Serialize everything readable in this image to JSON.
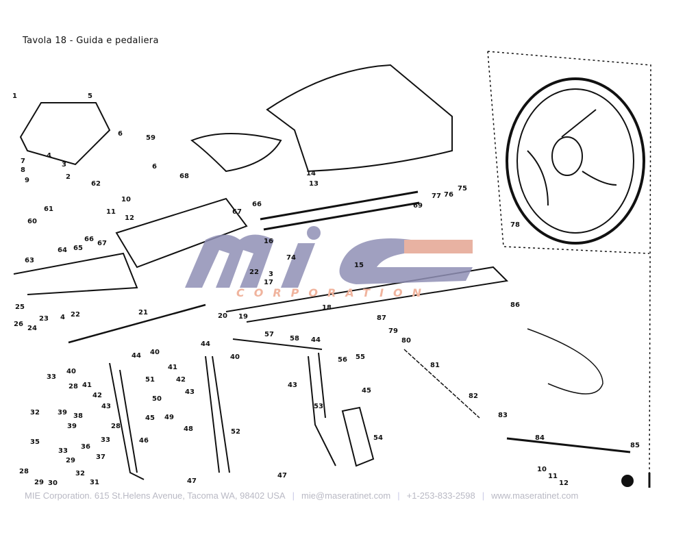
{
  "title": "Tavola 18 - Guida e pedaliera",
  "part_labels": [
    "1",
    "5",
    "59",
    "6",
    "6",
    "7",
    "8",
    "9",
    "4",
    "3",
    "2",
    "62",
    "68",
    "10",
    "11",
    "12",
    "61",
    "60",
    "67",
    "66",
    "69",
    "77",
    "76",
    "75",
    "78",
    "14",
    "13",
    "16",
    "74",
    "22",
    "3",
    "17",
    "15",
    "64",
    "65",
    "67",
    "66",
    "63",
    "25",
    "26",
    "24",
    "23",
    "4",
    "22",
    "21",
    "20",
    "19",
    "18",
    "86",
    "87",
    "79",
    "80",
    "81",
    "82",
    "83",
    "84",
    "85",
    "10",
    "11",
    "12",
    "40",
    "44",
    "57",
    "58",
    "44",
    "55",
    "56",
    "40",
    "41",
    "42",
    "43",
    "44",
    "43",
    "45",
    "53",
    "54",
    "51",
    "50",
    "49",
    "48",
    "45",
    "46",
    "52",
    "47",
    "47",
    "33",
    "40",
    "28",
    "41",
    "42",
    "43",
    "32",
    "39",
    "38",
    "39",
    "28",
    "33",
    "35",
    "36",
    "33",
    "37",
    "29",
    "32",
    "28",
    "29",
    "30",
    "31"
  ],
  "watermark": {
    "logo": "mie",
    "subtitle": "CORPORATION",
    "colors": {
      "logo": "#8f8fb5",
      "accent": "#f0b49e"
    }
  },
  "footer": {
    "address": "MIE Corporation. 615 St.Helens Avenue, Tacoma WA, 98402 USA",
    "email": "mie@maseratinet.com",
    "phone": "+1-253-833-2598",
    "website": "www.maseratinet.com"
  }
}
